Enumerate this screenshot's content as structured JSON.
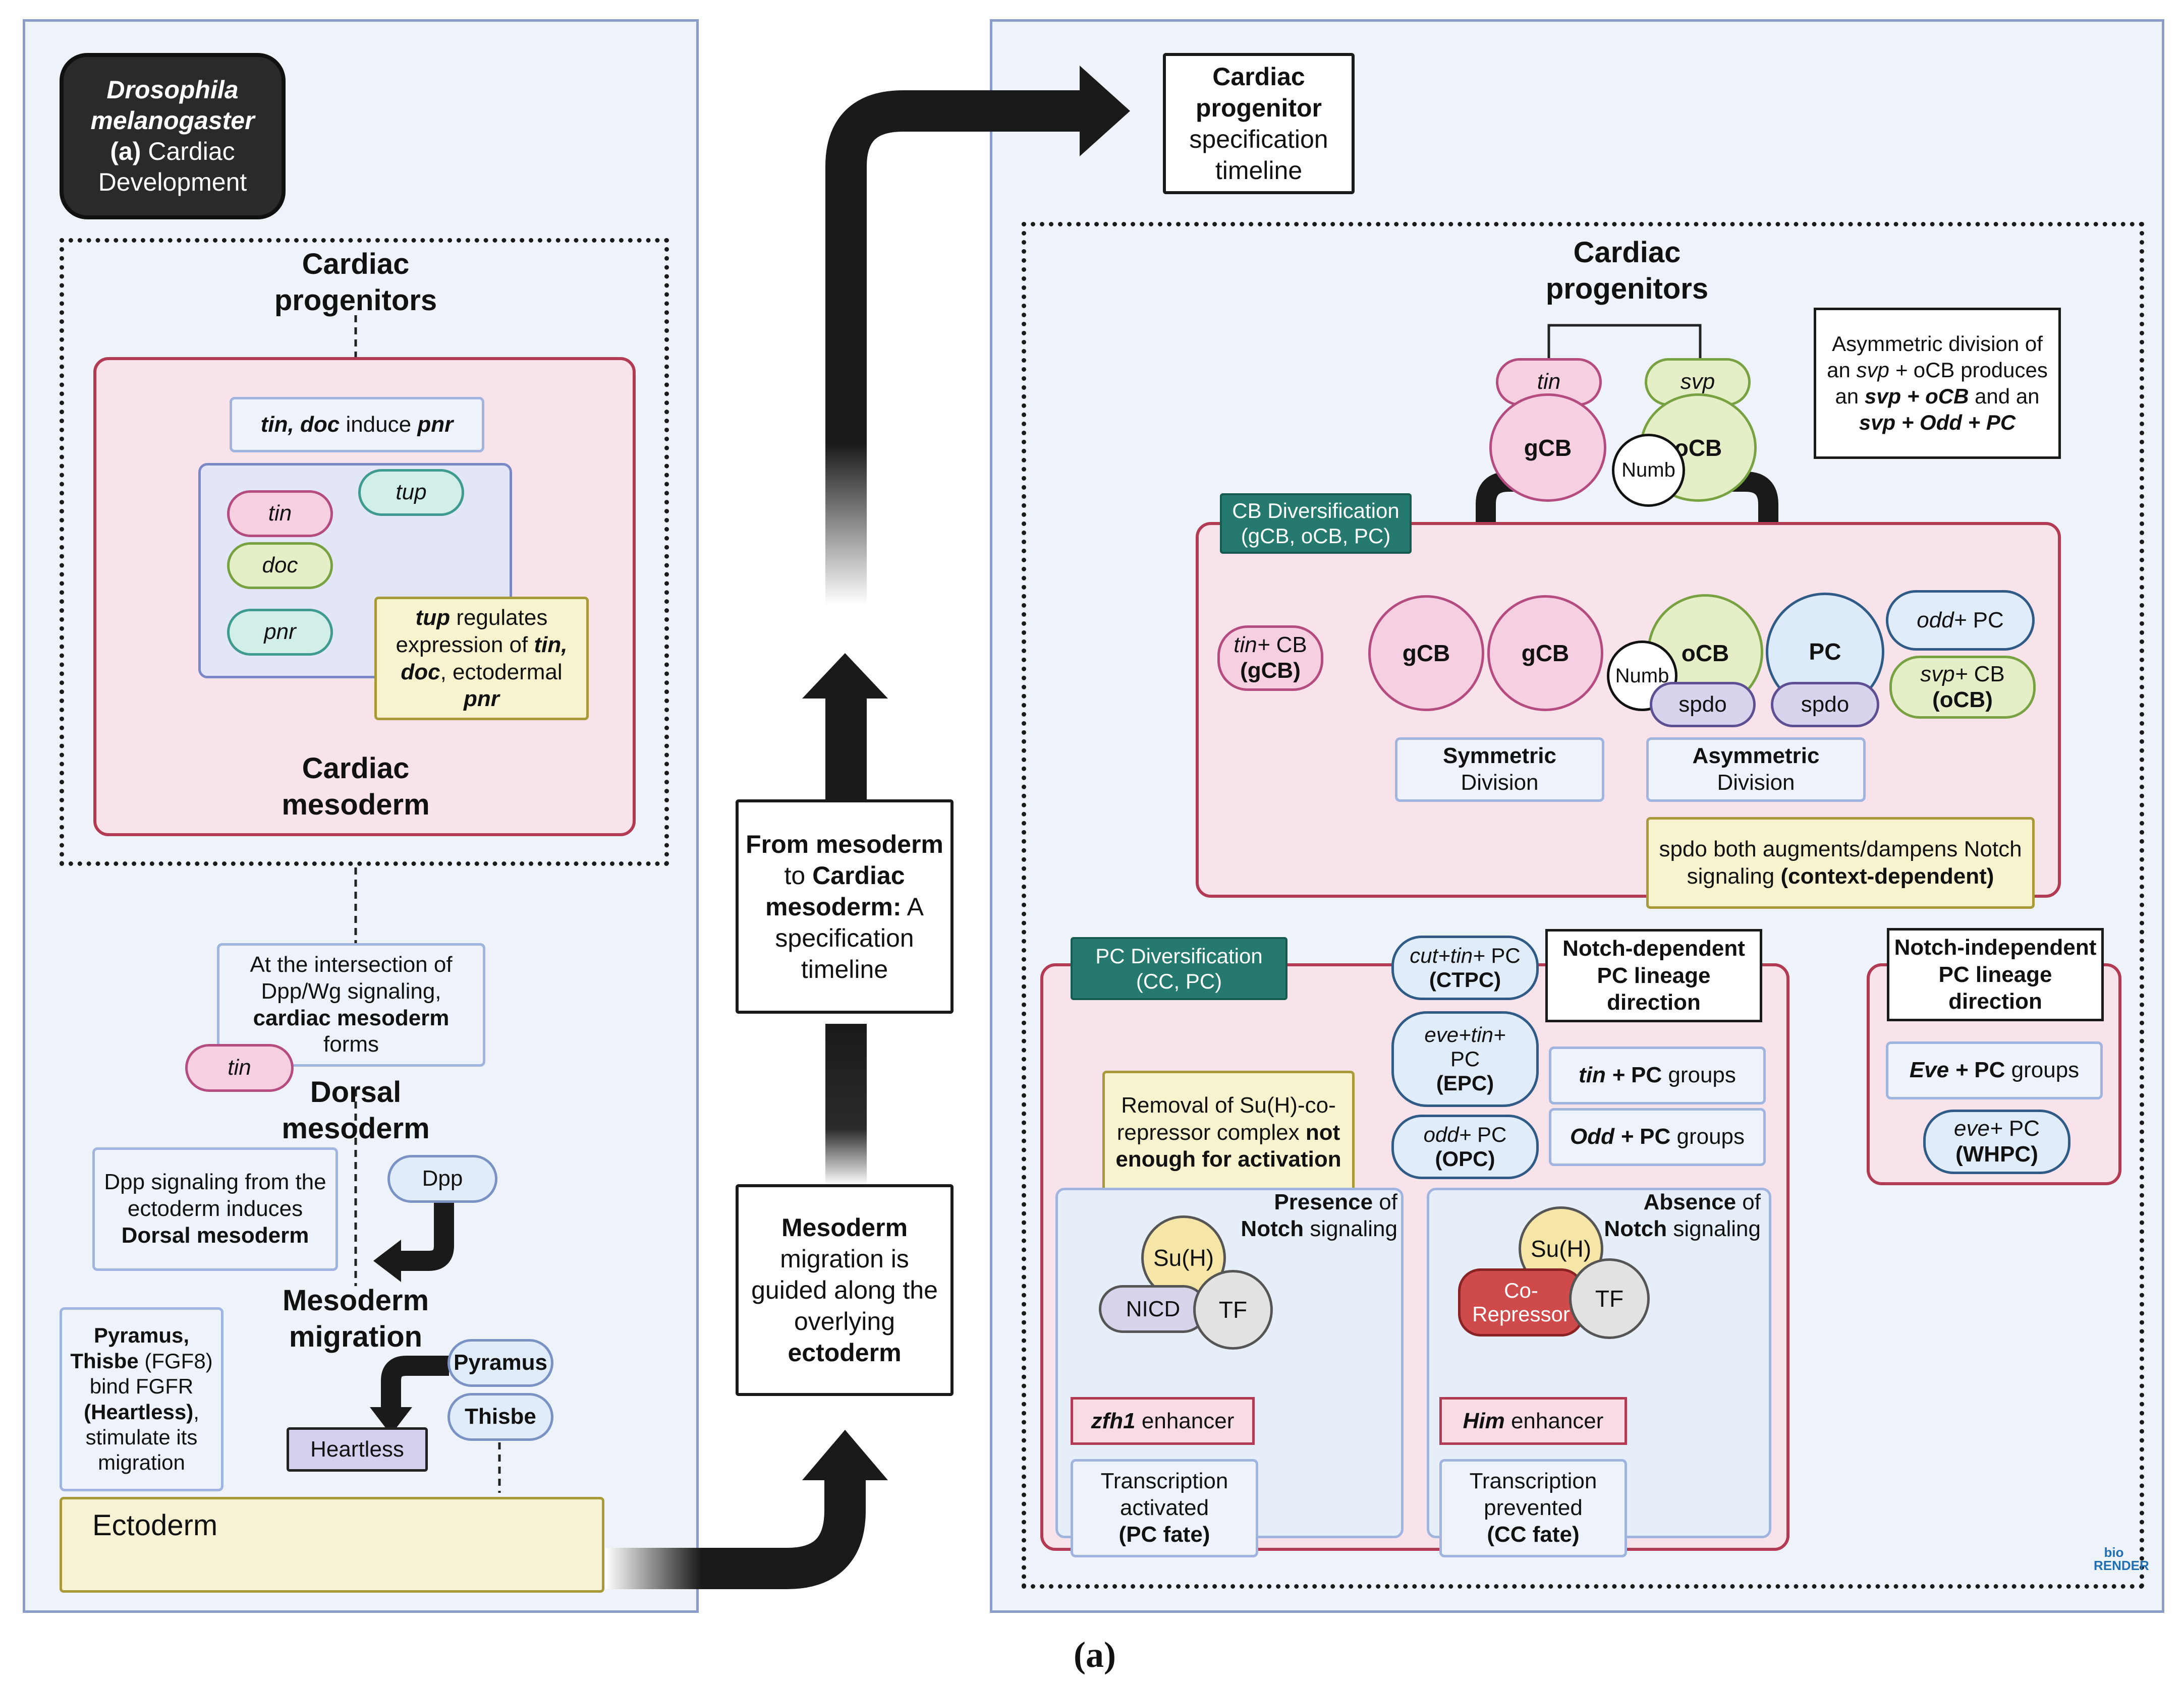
{
  "header": {
    "species": "Drosophila melanogaster",
    "panel_letter": "(a)",
    "title": "Cardiac Development"
  },
  "left": {
    "cardiac_progenitors": "Cardiac progenitors",
    "induce_box": {
      "genes": "tin, doc",
      "verb": "induce",
      "target": "pnr"
    },
    "genes": {
      "tin": "tin",
      "tup": "tup",
      "doc": "doc",
      "pnr": "pnr"
    },
    "tup_box": {
      "gene": "tup",
      "t1": "regulates expression of",
      "g2": "tin,",
      "g3": "doc",
      "t2": ", ectodermal",
      "g4": "pnr"
    },
    "cardiac_mesoderm": "Cardiac mesoderm",
    "intersection_box": {
      "t1": "At the intersection of Dpp/Wg signaling,",
      "bold": "cardiac mesoderm",
      "t2": "forms"
    },
    "tin_pill": "tin",
    "dorsal_mesoderm": "Dorsal mesoderm",
    "dpp_box": {
      "t1": "Dpp signaling from the ectoderm induces",
      "bold": "Dorsal mesoderm"
    },
    "dpp": "Dpp",
    "mesoderm_migration": "Mesoderm migration",
    "pyramus_box": {
      "bold1": "Pyramus, Thisbe",
      "t1": "(FGF8) bind FGFR",
      "bold2": "(Heartless)",
      "t2": ", stimulate its migration"
    },
    "pyramus": "Pyramus",
    "thisbe": "Thisbe",
    "heartless": "Heartless",
    "ectoderm": "Ectoderm"
  },
  "middle": {
    "from_box": {
      "b1": "From",
      "b2": "mesoderm",
      "t1": "to",
      "b3": "Cardiac mesoderm:",
      "t2": "A specification timeline"
    },
    "migration_box": {
      "b1": "Mesoderm",
      "t1": "migration is guided along the overlying",
      "b2": "ectoderm"
    }
  },
  "right": {
    "timeline_box": {
      "b1": "Cardiac progenitor",
      "t1": "specification timeline"
    },
    "cardiac_progenitors": "Cardiac progenitors",
    "tin": "tin",
    "svp": "svp",
    "gcb": "gCB",
    "ocb": "oCB",
    "numb": "Numb",
    "asym_note": {
      "t1": "Asymmetric division of an",
      "i1": "svp +",
      "t2": "oCB produces an",
      "b1": "svp + oCB",
      "t3": "and an",
      "b2": "svp + Odd + PC"
    },
    "cb_diversification": "CB Diversification (gCB, oCB, PC)",
    "tin_cb": {
      "i": "tin+",
      "t": "CB",
      "b": "(gCB)"
    },
    "pc": "PC",
    "spdo": "spdo",
    "odd_pc": {
      "i": "odd+",
      "t": "PC"
    },
    "svp_cb": {
      "i": "svp+",
      "t": "CB",
      "b": "(oCB)"
    },
    "symmetric": {
      "b": "Symmetric",
      "t": "Division"
    },
    "asymmetric": {
      "b": "Asymmetric",
      "t": "Division"
    },
    "spdo_note": {
      "t1": "spdo both augments/dampens Notch signaling",
      "b": "(context-dependent)"
    },
    "pc_diversification": "PC Diversification (CC, PC)",
    "ctpc": {
      "i": "cut+tin+",
      "t": "PC",
      "b": "(CTPC)"
    },
    "epc": {
      "i": "eve+tin+",
      "t": "PC",
      "b": "(EPC)"
    },
    "opc": {
      "i": "odd+",
      "t": "PC",
      "b": "(OPC)"
    },
    "notch_dependent": "Notch-dependent PC lineage direction",
    "tin_groups": {
      "bi": "tin +",
      "b": "PC",
      "t": "groups"
    },
    "odd_groups": {
      "bi": "Odd +",
      "b": "PC",
      "t": "groups"
    },
    "notch_independent": "Notch-independent PC lineage direction",
    "eve_groups": {
      "bi": "Eve +",
      "b": "PC",
      "t": "groups"
    },
    "whpc": {
      "i": "eve+",
      "t": "PC",
      "b": "(WHPC)"
    },
    "removal_note": {
      "t1": "Removal of Su(H)-co-repressor complex",
      "b": "not enough for activation"
    },
    "presence": {
      "b1": "Presence",
      "t1": "of",
      "b2": "Notch",
      "t2": "signaling"
    },
    "absence": {
      "b1": "Absence",
      "t1": "of",
      "b2": "Notch",
      "t2": "signaling"
    },
    "suh": "Su(H)",
    "tf": "TF",
    "nicd": "NICD",
    "corepressor": "Co-Repressor",
    "zfh1": {
      "i": "zfh1",
      "t": "enhancer"
    },
    "him": {
      "i": "Him",
      "t": "enhancer"
    },
    "activated": {
      "t": "Transcription activated",
      "b": "(PC fate)"
    },
    "prevented": {
      "t": "Transcription prevented",
      "b": "(CC fate)"
    },
    "logo": "bio RENDER"
  },
  "caption": "(a)",
  "colors": {
    "pink_fill": "#f9e3ea",
    "pink_border": "#b23a52",
    "panel_fill": "#eef2f9",
    "panel_border": "#8a9cc7",
    "teal": "#26796f",
    "yellow_fill": "#f7f3cf",
    "dna_red": "#cf3b3b",
    "dna_teal": "#1c7c7a"
  }
}
